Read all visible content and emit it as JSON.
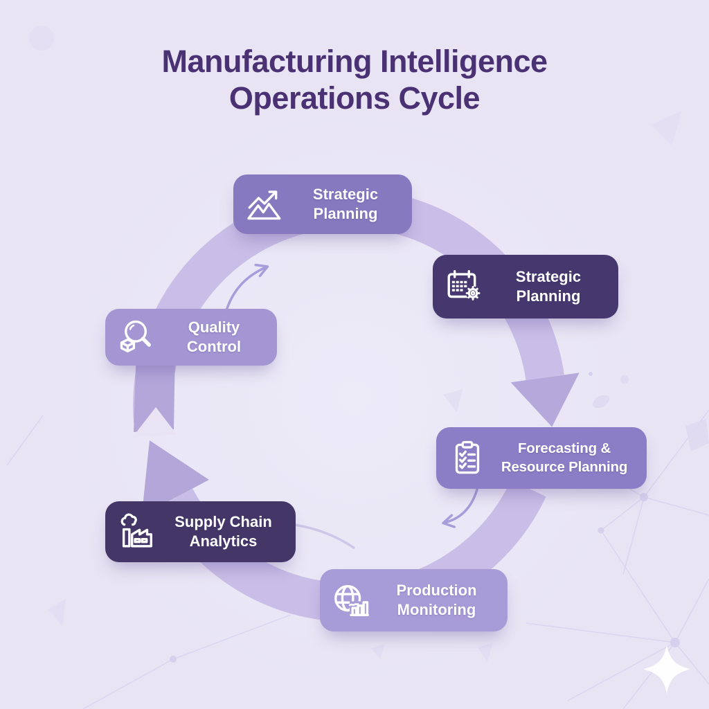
{
  "title": {
    "line1": "Manufacturing Intelligence",
    "line2": "Operations Cycle"
  },
  "cycle": {
    "flow": "clockwise",
    "nodes": [
      {
        "label": "Strategic Planning",
        "icon": "trend-chart-icon",
        "position": "top",
        "variant": "medium-purple"
      },
      {
        "label": "Strategic Planning",
        "icon": "calendar-gear-icon",
        "position": "right-upper",
        "variant": "dark-purple"
      },
      {
        "label": "Forecasting & Resource Planning",
        "icon": "clipboard-checklist-icon",
        "position": "right-lower",
        "variant": "medium-purple"
      },
      {
        "label": "Production Monitoring",
        "icon": "globe-bars-icon",
        "position": "bottom",
        "variant": "light-purple"
      },
      {
        "label": "Supply Chain Analytics",
        "icon": "factory-icon",
        "position": "left-lower",
        "variant": "dark-purple"
      },
      {
        "label": "Quality Control",
        "icon": "magnifier-cube-icon",
        "position": "left-upper",
        "variant": "light-purple"
      }
    ]
  },
  "colors": {
    "background": "#e8e4f4",
    "title_text": "#4a3173",
    "node_dark": "#46386f",
    "node_medium": "#8678bf",
    "node_light": "#a69bd6",
    "ring_light": "#c8bee7",
    "ring_dark": "#b3a7da",
    "thin_arrow": "#a89ddb",
    "node_text": "#ffffff",
    "sparkle": "#ffffff"
  }
}
